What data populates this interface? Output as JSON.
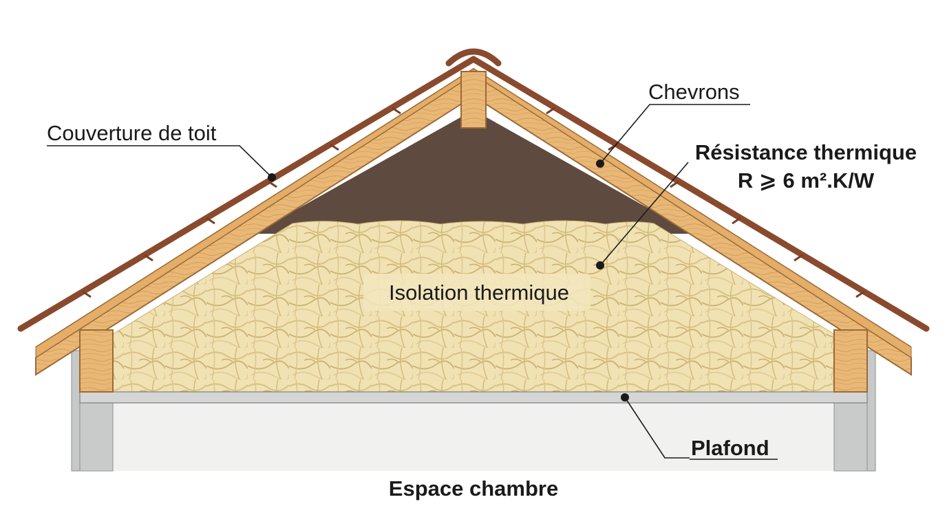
{
  "labels": {
    "roof_cover": "Couverture de toit",
    "rafters": "Chevrons",
    "resistance_line1": "Résistance thermique",
    "resistance_line2": "R ⩾ 6 m².K/W",
    "insulation": "Isolation thermique",
    "ceiling": "Plafond",
    "room": "Espace chambre"
  },
  "colors": {
    "wood": "#e9b876",
    "wood_edge": "#9b6a38",
    "roof_tile": "#8a4a2e",
    "attic_void": "#5e4a3e",
    "insulation": "#f1e2b4",
    "insulation_fiber": "#d9c285",
    "ceiling": "#d4d6d6",
    "wall": "#c7c9c9",
    "room": "#f1f1ef"
  }
}
